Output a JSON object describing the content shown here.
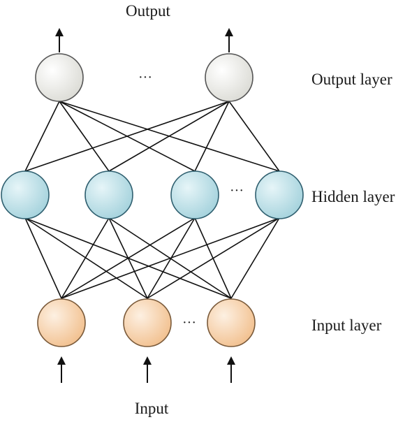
{
  "labels": {
    "output": "Output",
    "input": "Input",
    "output_layer": "Output layer",
    "hidden_layer": "Hidden layer",
    "input_layer": "Input layer"
  },
  "ellipsis": "···",
  "colors": {
    "output_node": "#e8e8e4",
    "hidden_node": "#b8dde5",
    "input_node": "#f6cfa6",
    "edge": "#111111"
  },
  "network": {
    "output_nodes": 2,
    "hidden_nodes": 4,
    "input_nodes": 3
  }
}
